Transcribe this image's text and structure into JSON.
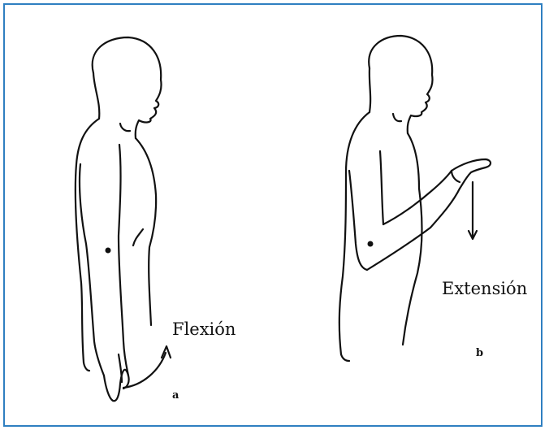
{
  "labels": {
    "flexion": "Flexión",
    "extension": "Extensión",
    "panel_a": "a",
    "panel_b": "b"
  },
  "colors": {
    "frame_border": "#2f7fc1",
    "line": "#111111"
  }
}
